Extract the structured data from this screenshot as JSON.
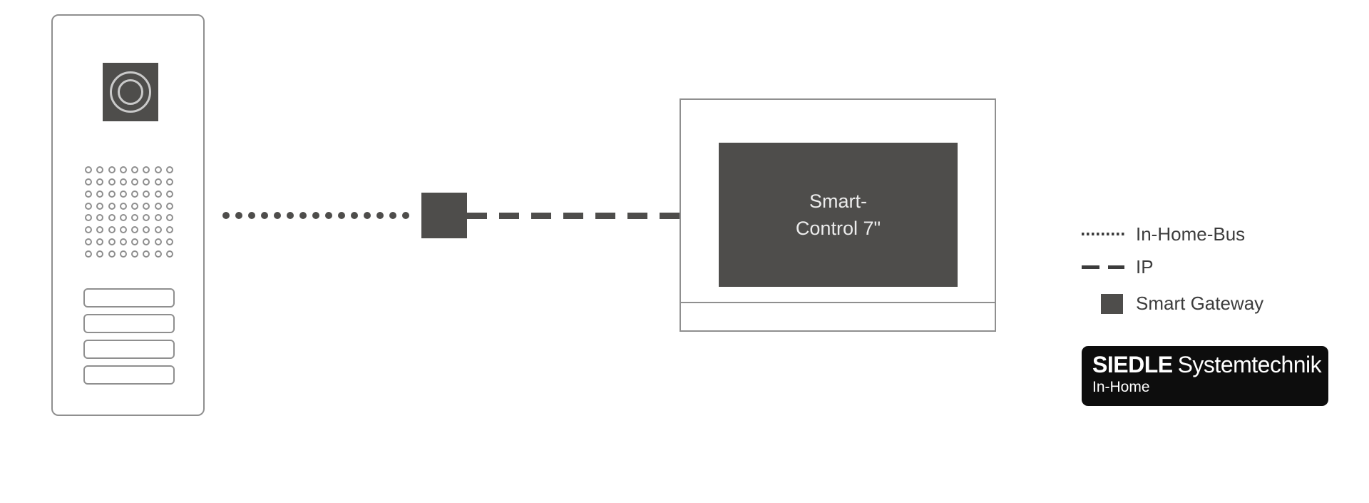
{
  "diagram": {
    "door_station": {
      "speaker_dot_count": 64,
      "call_button_count": 4
    },
    "bus_connection": {
      "dot_count": 15
    },
    "monitor": {
      "screen_label_line1": "Smart-",
      "screen_label_line2": "Control 7\""
    }
  },
  "legend": {
    "items": [
      {
        "label": "In-Home-Bus",
        "style": "dotted"
      },
      {
        "label": "IP",
        "style": "dashed"
      },
      {
        "label": "Smart Gateway",
        "style": "square"
      }
    ]
  },
  "logo": {
    "brand": "SIEDLE",
    "suffix": "Systemtechnik",
    "subtitle": "In-Home"
  },
  "colors": {
    "dark_fill": "#4e4d4b",
    "outline_gray": "#8f8f8f",
    "legend_text": "#3c3c3c",
    "logo_background": "#0d0d0d",
    "screen_text": "#ececec"
  }
}
